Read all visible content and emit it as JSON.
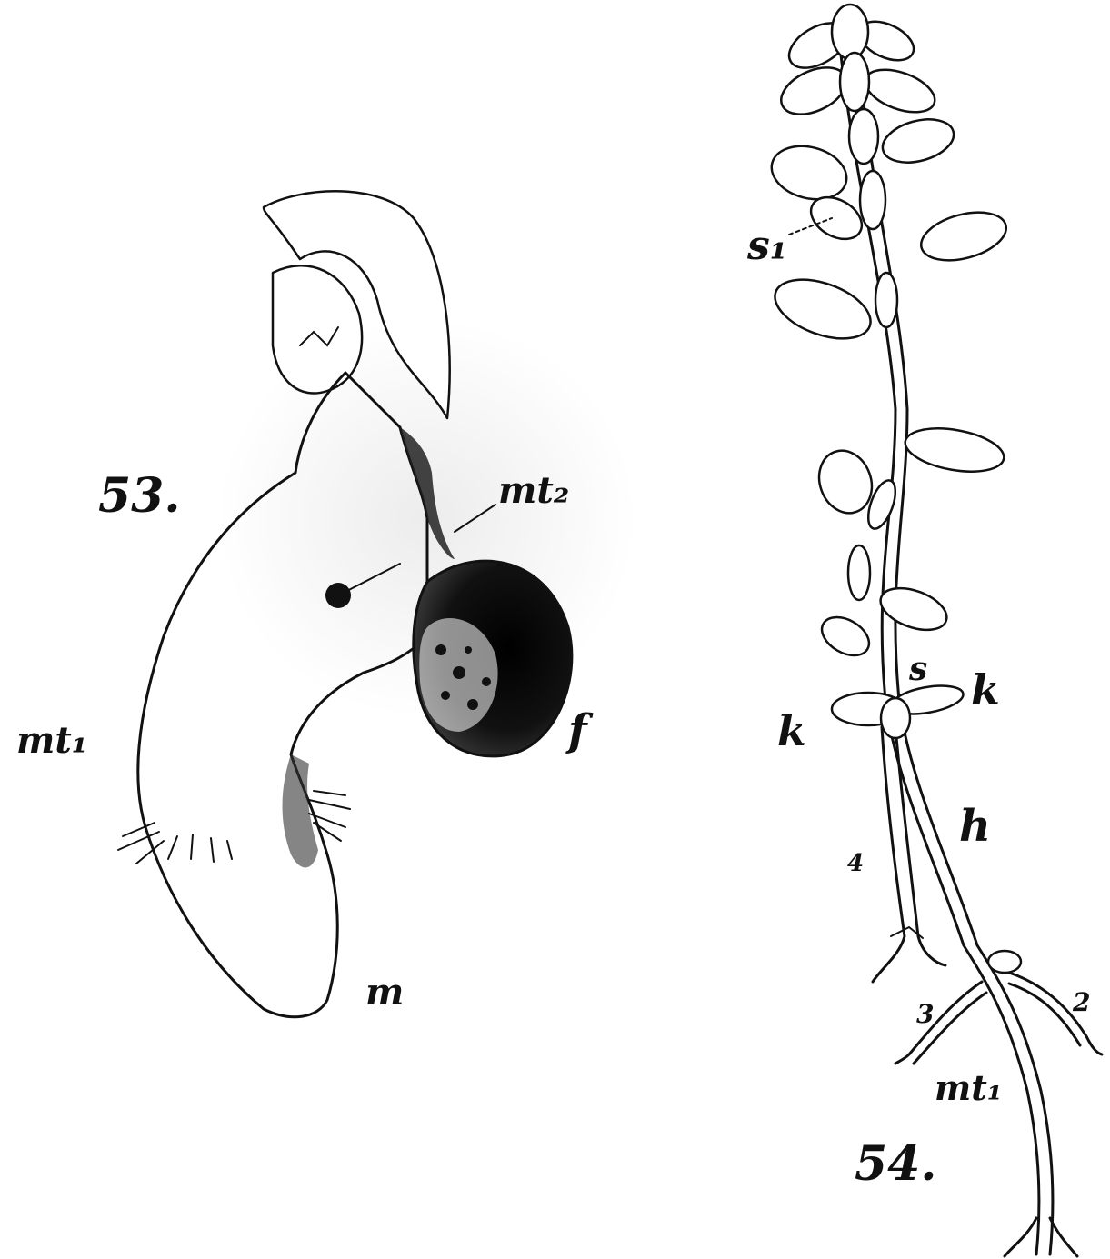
{
  "figure_53": {
    "number": "53.",
    "labels": {
      "mt2": "mt₂",
      "mt1": "mt₁",
      "f": "f",
      "m": "m"
    }
  },
  "figure_54": {
    "number": "54.",
    "labels": {
      "s1": "s₁",
      "s": "s",
      "k_right": "k",
      "k_left": "k",
      "h": "h",
      "n4": "4",
      "n3": "3",
      "n2": "2",
      "mt1": "mt₁"
    }
  },
  "colors": {
    "ink": "#111111",
    "paper": "#ffffff",
    "shade": "#dcdcdc"
  }
}
